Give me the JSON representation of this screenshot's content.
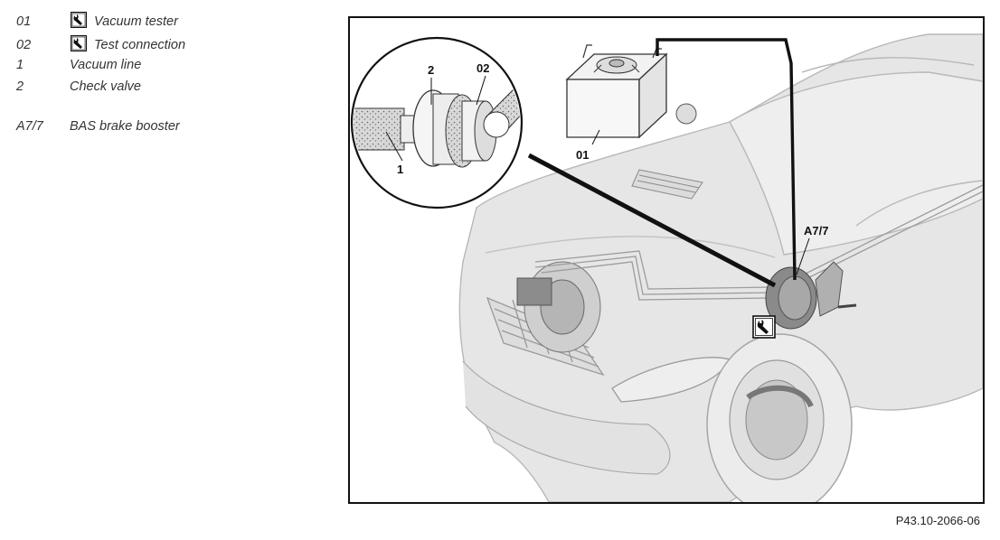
{
  "legend": [
    {
      "code": "01",
      "icon": "special-tool-icon",
      "text": "Vacuum tester"
    },
    {
      "code": "02",
      "icon": "special-tool-icon",
      "text": "Test connection"
    },
    {
      "code": "1",
      "icon": null,
      "text": "Vacuum line"
    },
    {
      "code": "2",
      "icon": null,
      "text": "Check valve"
    },
    {
      "code": "A7/7",
      "icon": null,
      "text": "BAS brake booster"
    }
  ],
  "callouts": {
    "c2": "2",
    "c02": "02",
    "c1": "1",
    "c01": "01",
    "cA77": "A7/7"
  },
  "figure_ref": "P43.10-2066-06"
}
